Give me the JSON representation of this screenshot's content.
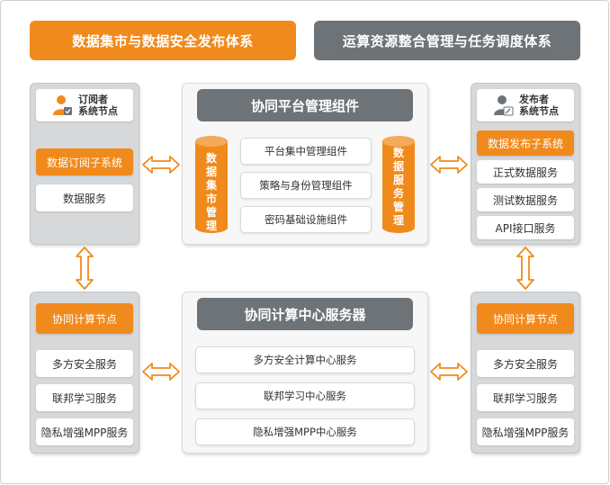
{
  "banners": {
    "left": "数据集市与数据安全发布体系",
    "right": "运算资源整合管理与任务调度体系"
  },
  "subscriber": {
    "title": "订阅者\n系统节点",
    "subsystem": "数据订阅子系统",
    "service": "数据服务",
    "icon": "subscriber-person-icon"
  },
  "publisher": {
    "title": "发布者\n系统节点",
    "subsystem": "数据发布子系统",
    "services": [
      "正式数据服务",
      "测试数据服务",
      "API接口服务"
    ],
    "icon": "publisher-person-icon"
  },
  "platform": {
    "title": "协同平台管理组件",
    "left_cylinder": "数据集市管理",
    "right_cylinder": "数据服务管理",
    "items": [
      "平台集中管理组件",
      "策略与身份管理组件",
      "密码基础设施组件"
    ]
  },
  "left_compute": {
    "title": "协同计算节点",
    "items": [
      "多方安全服务",
      "联邦学习服务",
      "隐私增强MPP服务"
    ]
  },
  "center_compute": {
    "title": "协同计算中心服务器",
    "items": [
      "多方安全计算中心服务",
      "联邦学习中心服务",
      "隐私增强MPP中心服务"
    ]
  },
  "right_compute": {
    "title": "协同计算节点",
    "items": [
      "多方安全服务",
      "联邦学习服务",
      "隐私增强MPP服务"
    ]
  },
  "colors": {
    "orange": "#f18a1c",
    "gray": "#6d7377",
    "panel": "#d6d8da"
  }
}
